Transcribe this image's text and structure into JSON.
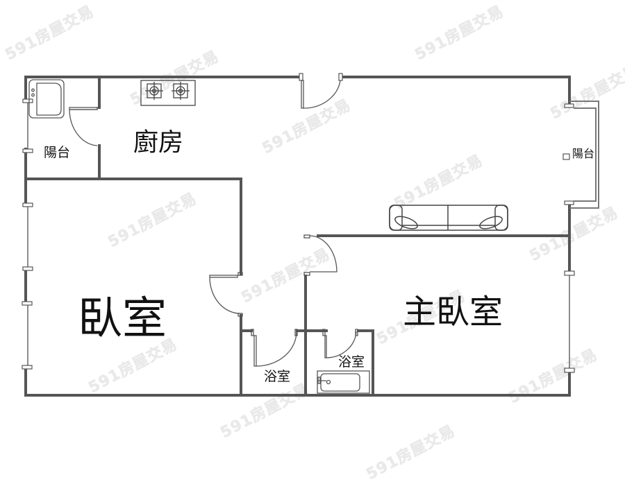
{
  "plan": {
    "type": "apartment-floor-plan",
    "wall_color": "#555555",
    "rooms": [
      {
        "id": "balcony-west",
        "label": "陽台"
      },
      {
        "id": "kitchen",
        "label": "廚房"
      },
      {
        "id": "balcony-east",
        "label": "陽台"
      },
      {
        "id": "bedroom",
        "label": "臥室"
      },
      {
        "id": "master-bedroom",
        "label": "主臥室"
      },
      {
        "id": "bathroom-1",
        "label": "浴室"
      },
      {
        "id": "bathroom-2",
        "label": "浴室"
      }
    ],
    "fixtures": [
      {
        "id": "stove",
        "name": "two-burner-stove",
        "room": "kitchen"
      },
      {
        "id": "sofa",
        "name": "sofa",
        "room": "living-room"
      },
      {
        "id": "bathtub",
        "name": "bathtub",
        "room": "bathroom-2"
      },
      {
        "id": "washer",
        "name": "laundry-sink",
        "room": "balcony-west"
      }
    ]
  },
  "watermark": {
    "text": "591房屋交易"
  }
}
